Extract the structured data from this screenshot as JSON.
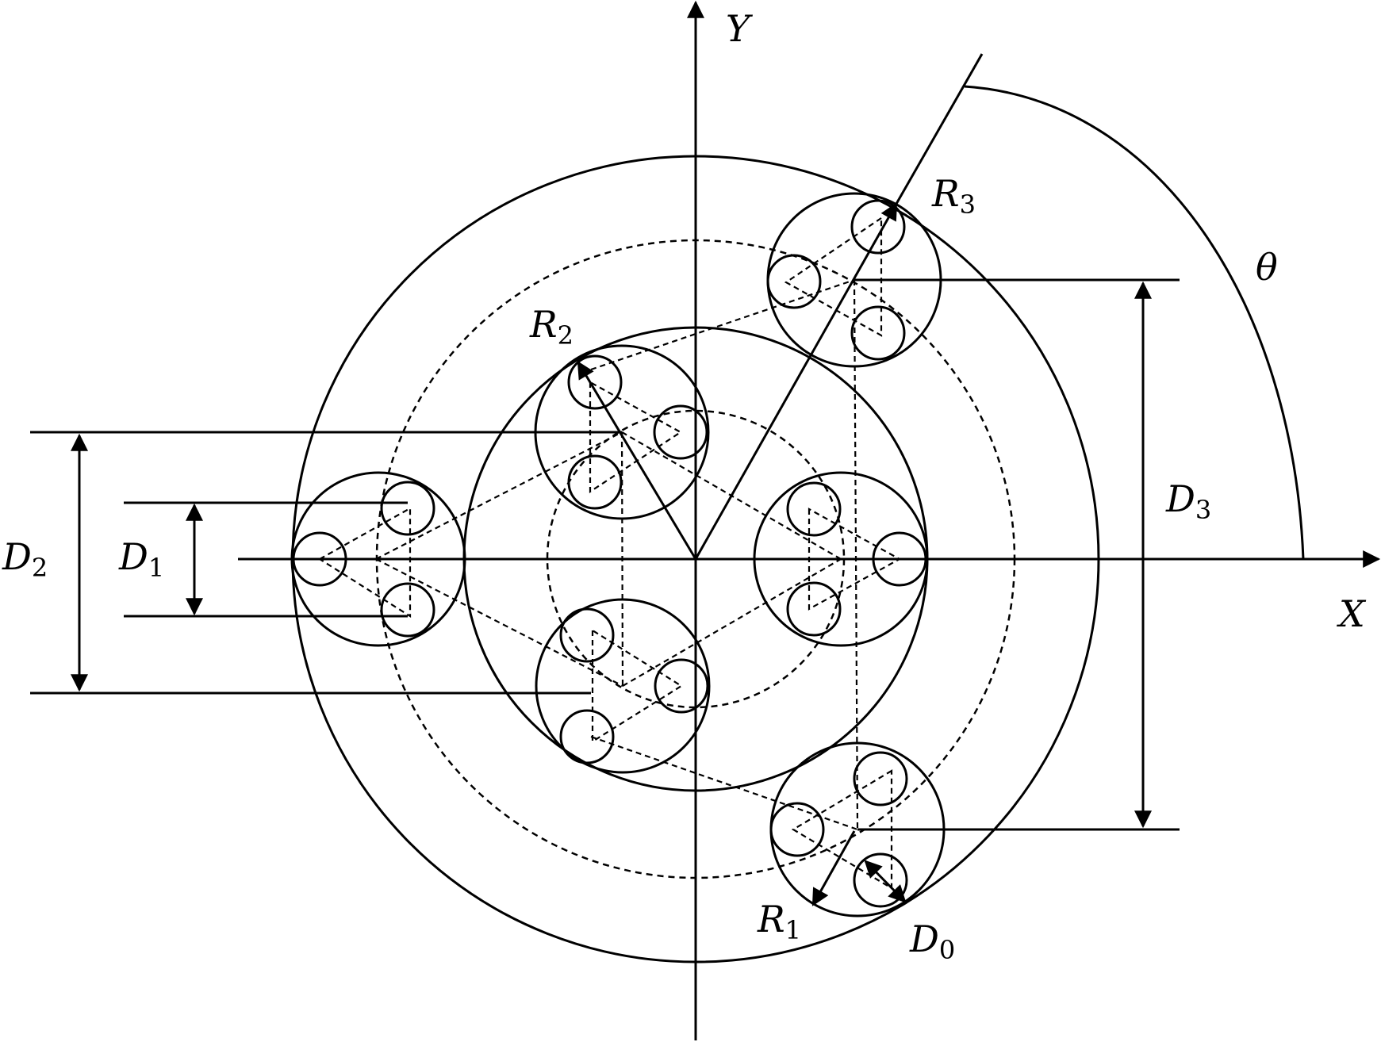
{
  "axes": {
    "x": "X",
    "y": "Y"
  },
  "angle": {
    "symbol": "θ"
  },
  "radius_labels": [
    {
      "base": "R",
      "sub": "1"
    },
    {
      "base": "R",
      "sub": "2"
    },
    {
      "base": "R",
      "sub": "3"
    }
  ],
  "diameter_labels": [
    {
      "base": "D",
      "sub": "0"
    },
    {
      "base": "D",
      "sub": "1"
    },
    {
      "base": "D",
      "sub": "2"
    },
    {
      "base": "D",
      "sub": "3"
    }
  ]
}
